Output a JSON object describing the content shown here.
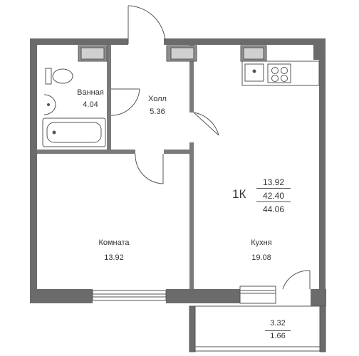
{
  "rooms": {
    "bathroom": {
      "name": "Ванная",
      "area": "4.04"
    },
    "hall": {
      "name": "Холл",
      "area": "5.36"
    },
    "room": {
      "name": "Комната",
      "area": "13.92"
    },
    "kitchen": {
      "name": "Кухня",
      "area": "19.08"
    },
    "balcony": {
      "area_total": "3.32",
      "area_reduced": "1.66"
    }
  },
  "summary": {
    "type": "1К",
    "living_area": "13.92",
    "total_area": "42.40",
    "total_with_balcony": "44.06"
  },
  "colors": {
    "wall": "#6b6b6b",
    "wall_dark": "#4a4a4a",
    "line": "#555555",
    "text": "#333333",
    "glass": "#bfbfbf"
  }
}
